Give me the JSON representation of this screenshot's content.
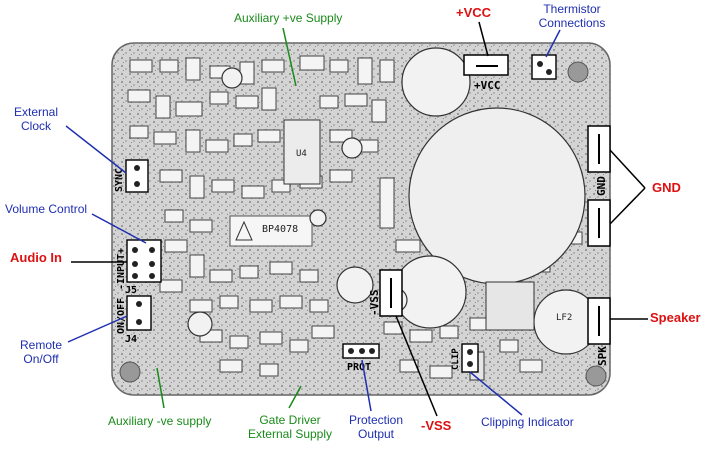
{
  "annotations": {
    "aux_pos_supply": "Auxiliary +ve Supply",
    "vcc": "+VCC",
    "thermistor": "Thermistor\nConnections",
    "external_clock": "External\nClock",
    "volume_control": "Volume Control",
    "audio_in": "Audio In",
    "gnd": "GND",
    "speaker": "Speaker",
    "remote_onoff": "Remote\nOn/Off",
    "aux_neg_supply": "Auxiliary -ve supply",
    "gate_driver": "Gate Driver\nExternal Supply",
    "protection_output": "Protection\nOutput",
    "vss": "-VSS",
    "clipping_indicator": "Clipping Indicator"
  },
  "board": {
    "part_number": "BP4078",
    "silk_vcc": "+VCC",
    "silk_gnd": "GND",
    "silk_vss": "-VSS",
    "silk_spk": "SPK",
    "silk_sync": "SYNC",
    "silk_input": "-INPUT+",
    "silk_onoff": "ON/OFF",
    "silk_prot": "PROT",
    "silk_clip": "CLIP",
    "silk_j5": "J5",
    "silk_j4": "J4",
    "silk_lf2": "LF2",
    "silk_u4": "U4"
  },
  "colors": {
    "blue": "#1f2fb0",
    "green": "#1a8a1a",
    "red": "#dd1111",
    "board": "#d8d8d8"
  }
}
